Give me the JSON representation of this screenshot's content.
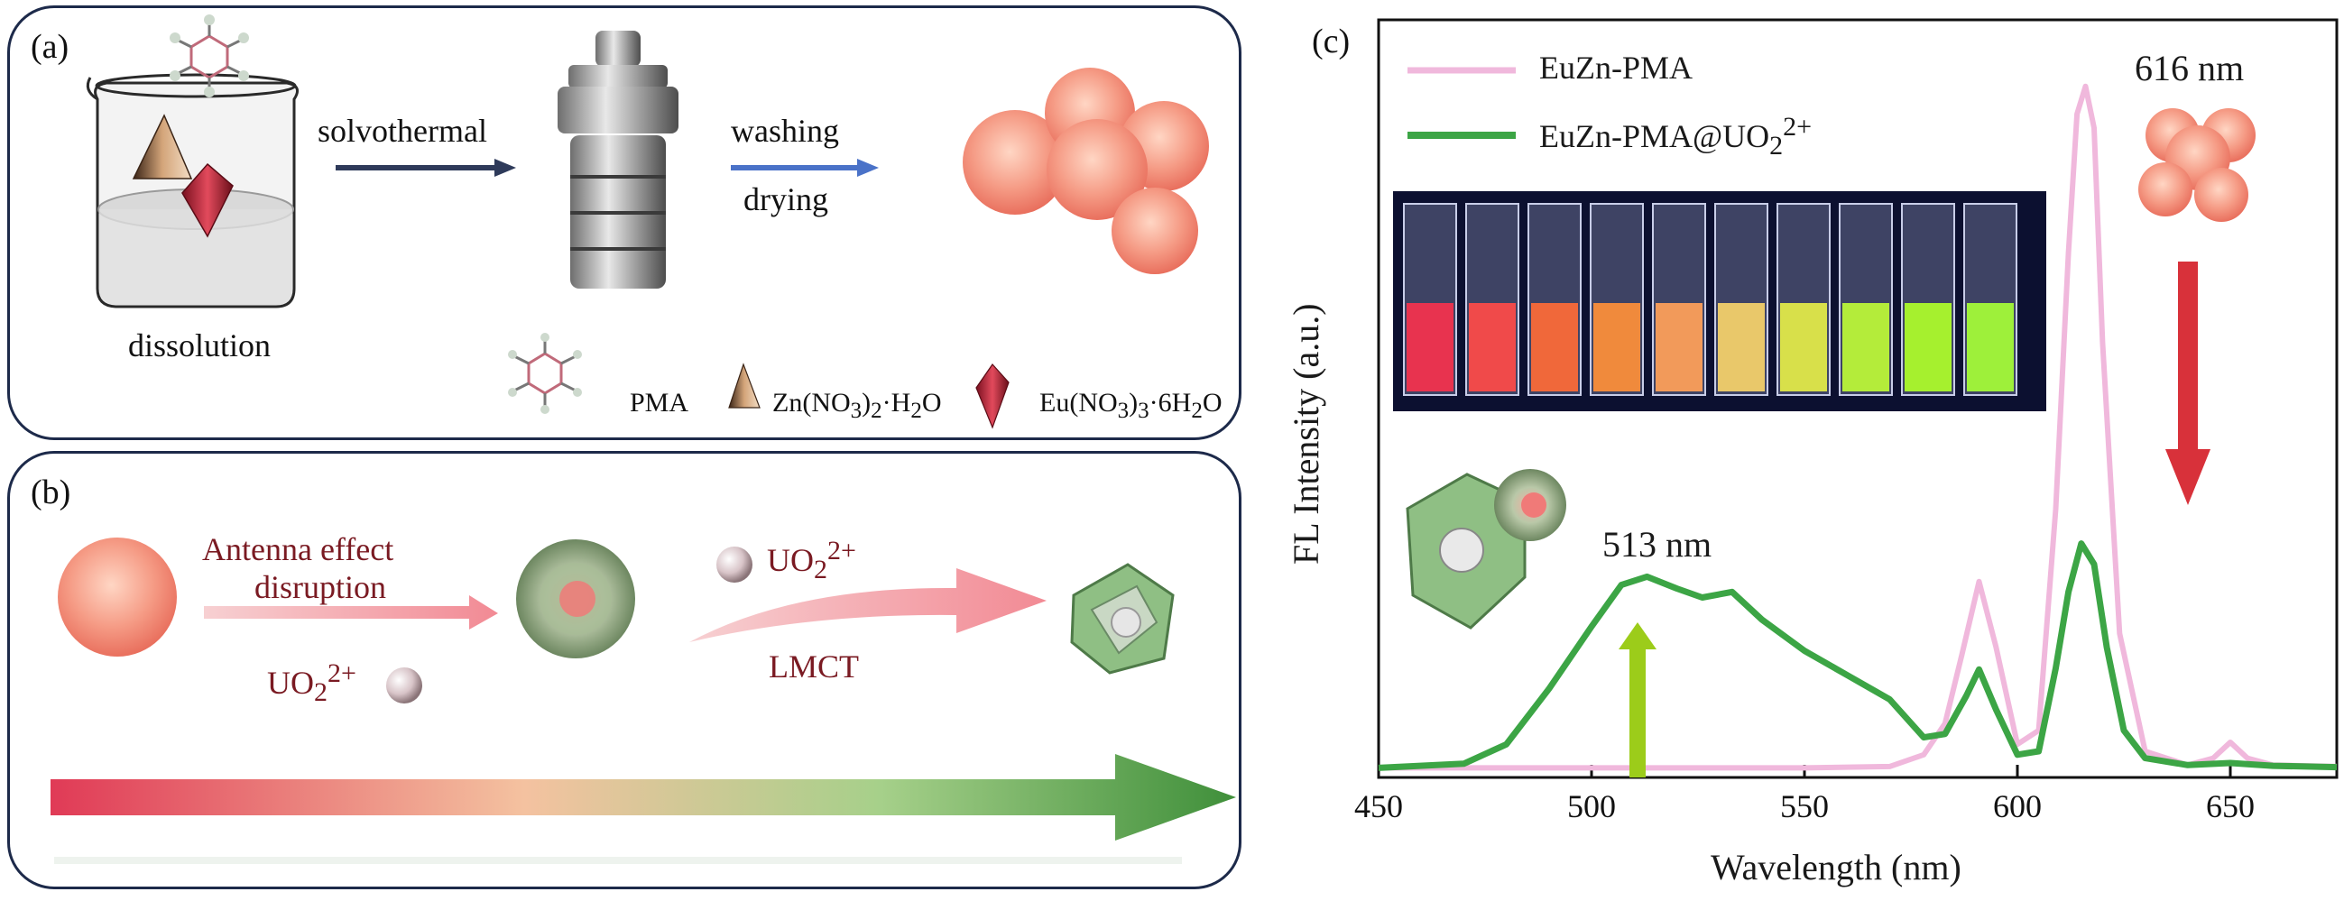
{
  "panel_a": {
    "label": "(a)",
    "step_dissolution": "dissolution",
    "step_solvothermal": "solvothermal",
    "step_washing": "washing",
    "step_drying": "drying",
    "legend": {
      "pma": "PMA",
      "zn_main": "Zn(NO",
      "zn_sub1": "3",
      "zn_mid": ")",
      "zn_sub2": "2",
      "zn_tail": "·H",
      "zn_sub3": "2",
      "zn_end": "O",
      "eu_main": "Eu(NO",
      "eu_sub1": "3",
      "eu_mid": ")",
      "eu_sub2": "3",
      "eu_tail": "·6H",
      "eu_sub3": "2",
      "eu_end": "O"
    }
  },
  "panel_b": {
    "label": "(b)",
    "antenna_line1": "Antenna effect",
    "antenna_line2": "disruption",
    "ion_base": "UO",
    "ion_sub": "2",
    "ion_sup": "2+",
    "lmct": "LMCT"
  },
  "panel_c": {
    "label": "(c)",
    "peak_green": "513 nm",
    "peak_red": "616 nm",
    "vials": [
      "#e8334f",
      "#f04a4a",
      "#f0683a",
      "#f08a3c",
      "#f29a5a",
      "#e9c86a",
      "#d8e04a",
      "#b4ec3a",
      "#a6f02e",
      "#9ef03a"
    ]
  },
  "chart_data": {
    "type": "line",
    "title": "",
    "xlabel": "Wavelength (nm)",
    "ylabel": "FL Intensity (a.u.)",
    "xlim": [
      450,
      675
    ],
    "xticks": [
      450,
      500,
      550,
      600,
      650
    ],
    "y_tick_labels": false,
    "legend_position": "top-left",
    "legend": {
      "s1": "EuZn-PMA",
      "s2_base": "EuZn-PMA@UO",
      "s2_sub": "2",
      "s2_sup": "2+"
    },
    "series": [
      {
        "name": "EuZn-PMA",
        "color": "#f0b8dc",
        "x": [
          450,
          500,
          550,
          570,
          578,
          583,
          587,
          591,
          595,
          600,
          605,
          609,
          612,
          614,
          616,
          618,
          620,
          624,
          630,
          640,
          646,
          650,
          654,
          660,
          675
        ],
        "y": [
          0.6,
          0.6,
          0.6,
          0.8,
          2.5,
          7,
          17,
          27.5,
          18,
          4,
          6,
          38,
          75,
          95,
          99,
          93,
          62,
          20,
          3,
          1,
          2,
          4.3,
          2,
          1,
          0.8
        ]
      },
      {
        "name": "EuZn-PMA@UO2 2+",
        "color": "#3ca545",
        "x": [
          450,
          470,
          480,
          490,
          500,
          507,
          513,
          520,
          526,
          533,
          540,
          550,
          560,
          570,
          578,
          583,
          588,
          591,
          595,
          600,
          605,
          609,
          612,
          615,
          618,
          621,
          625,
          630,
          640,
          650,
          660,
          675
        ],
        "y": [
          0.6,
          1.2,
          4,
          12,
          21,
          27,
          28.2,
          26.5,
          25.2,
          26,
          22,
          17.5,
          14,
          10.5,
          5,
          5.5,
          11,
          14.8,
          9,
          2.5,
          3,
          15,
          26,
          33,
          30,
          18,
          6,
          2,
          1,
          1.3,
          0.9,
          0.7
        ]
      }
    ]
  }
}
